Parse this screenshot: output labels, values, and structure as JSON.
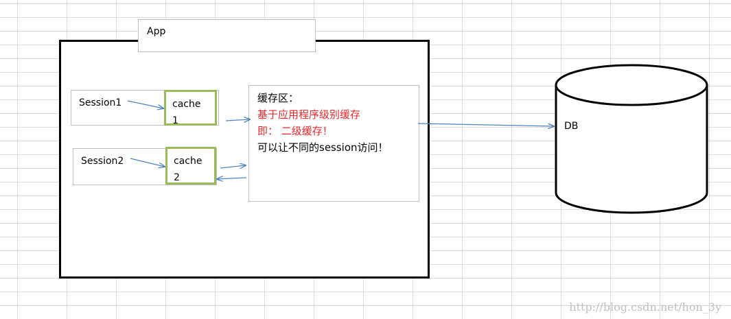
{
  "app": {
    "label": "App"
  },
  "sessions": [
    {
      "label": "Session1",
      "cache_line1": "cache",
      "cache_line2": "1"
    },
    {
      "label": "Session2",
      "cache_line1": "cache",
      "cache_line2": "2"
    }
  ],
  "cache_area": {
    "line1": "缓存区：",
    "line2": "基于应用程序级别缓存",
    "line3": "即： 二级缓存！",
    "line4": "可以让不同的session访问！"
  },
  "db": {
    "label": "DB"
  },
  "watermark": "http://blog.csdn.net/hon_3y",
  "colors": {
    "arrow": "#4f81bd",
    "cache_border": "#9bbb59",
    "highlight_text": "#e8262c",
    "grid": "#d9d9d9"
  }
}
